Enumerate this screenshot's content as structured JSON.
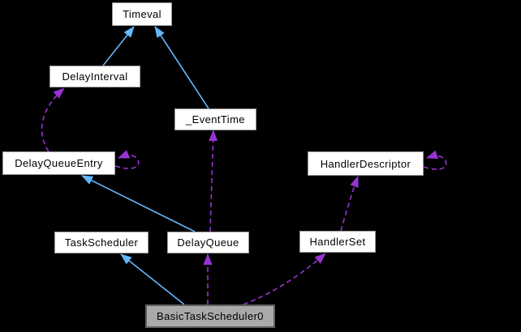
{
  "diagram": {
    "type": "collaboration-graph",
    "background_color": "#000000",
    "colors": {
      "inheritance_edge": "#63b8ff",
      "usage_edge": "#9733d3",
      "node_fill": "#ffffff",
      "node_border": "#9a9a9a",
      "focus_node_fill": "#a9a9a9",
      "focus_node_border": "#5f5f5f",
      "node_text": "#000000"
    },
    "nodes": [
      {
        "id": "Timeval",
        "label": "Timeval"
      },
      {
        "id": "DelayInterval",
        "label": "DelayInterval"
      },
      {
        "id": "_EventTime",
        "label": "_EventTime"
      },
      {
        "id": "DelayQueueEntry",
        "label": "DelayQueueEntry"
      },
      {
        "id": "HandlerDescriptor",
        "label": "HandlerDescriptor"
      },
      {
        "id": "TaskScheduler",
        "label": "TaskScheduler"
      },
      {
        "id": "DelayQueue",
        "label": "DelayQueue"
      },
      {
        "id": "HandlerSet",
        "label": "HandlerSet"
      },
      {
        "id": "BasicTaskScheduler0",
        "label": "BasicTaskScheduler0",
        "focus": true
      }
    ],
    "edges": [
      {
        "from": "DelayInterval",
        "to": "Timeval",
        "relation": "inherits",
        "style": "solid-blue"
      },
      {
        "from": "_EventTime",
        "to": "Timeval",
        "relation": "inherits",
        "style": "solid-blue"
      },
      {
        "from": "DelayQueue",
        "to": "DelayQueueEntry",
        "relation": "inherits",
        "style": "solid-blue"
      },
      {
        "from": "BasicTaskScheduler0",
        "to": "TaskScheduler",
        "relation": "inherits",
        "style": "solid-blue"
      },
      {
        "from": "DelayQueueEntry",
        "to": "DelayInterval",
        "relation": "uses",
        "style": "dashed-purple"
      },
      {
        "from": "DelayQueue",
        "to": "_EventTime",
        "relation": "uses",
        "style": "dashed-purple"
      },
      {
        "from": "BasicTaskScheduler0",
        "to": "DelayQueue",
        "relation": "uses",
        "style": "dashed-purple"
      },
      {
        "from": "BasicTaskScheduler0",
        "to": "HandlerSet",
        "relation": "uses",
        "style": "dashed-purple"
      },
      {
        "from": "HandlerSet",
        "to": "HandlerDescriptor",
        "relation": "uses",
        "style": "dashed-purple"
      },
      {
        "from": "DelayQueueEntry",
        "to": "DelayQueueEntry",
        "relation": "uses-self",
        "style": "dashed-purple"
      },
      {
        "from": "HandlerDescriptor",
        "to": "HandlerDescriptor",
        "relation": "uses-self",
        "style": "dashed-purple"
      }
    ]
  }
}
